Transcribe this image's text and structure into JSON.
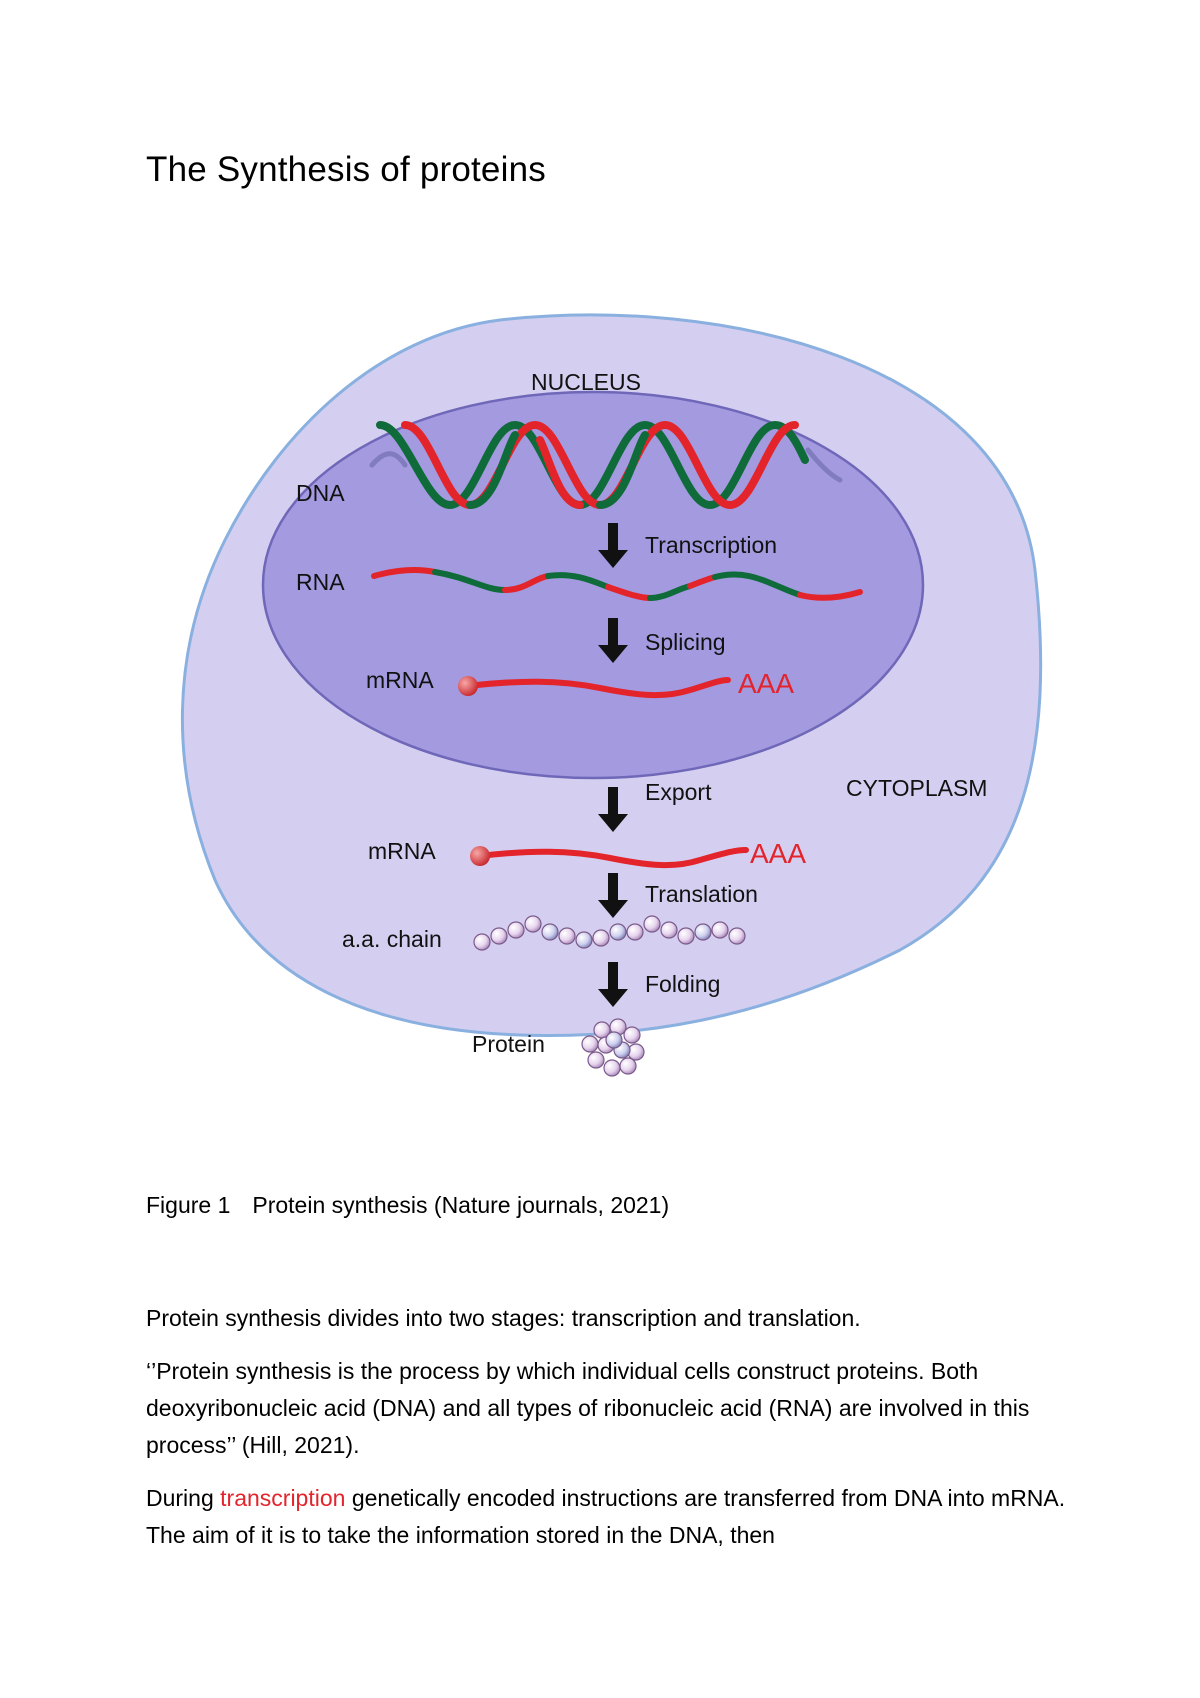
{
  "document": {
    "title": "The Synthesis of proteins"
  },
  "figure": {
    "labels": {
      "nucleus": "NUCLEUS",
      "cytoplasm": "CYTOPLASM",
      "dna": "DNA",
      "rna": "RNA",
      "mrna_inside": "mRNA",
      "mrna_outside": "mRNA",
      "aa_chain": "a.a. chain",
      "protein": "Protein",
      "poly_a_inside": "AAA",
      "poly_a_outside": "AAA"
    },
    "steps": {
      "transcription": "Transcription",
      "splicing": "Splicing",
      "export": "Export",
      "translation": "Translation",
      "folding": "Folding"
    },
    "colors": {
      "cytoplasm": "#d4cff0",
      "cytoplasm_border": "#8ab0e0",
      "nucleus": "#a39ae0",
      "nucleus_border": "#6f67b8",
      "strand_red": "#e3242b",
      "strand_green": "#0f6b3a",
      "arrow": "#111111",
      "bead": "#e8d6f0"
    },
    "caption_number": "Figure 1",
    "caption_text": "Protein synthesis (Nature journals, 2021)"
  },
  "body": {
    "p1": "Protein synthesis divides into two stages: transcription and translation.",
    "p2": "‘’Protein synthesis is the process by which individual cells construct proteins. Both deoxyribonucleic acid (DNA) and all types of ribonucleic acid (RNA) are involved in this process’’ (Hill, 2021).",
    "p3_before": "During ",
    "p3_highlight": "transcription",
    "p3_after": " genetically encoded instructions are transferred from DNA into mRNA. The aim of it is to take the information stored in the DNA, then"
  }
}
